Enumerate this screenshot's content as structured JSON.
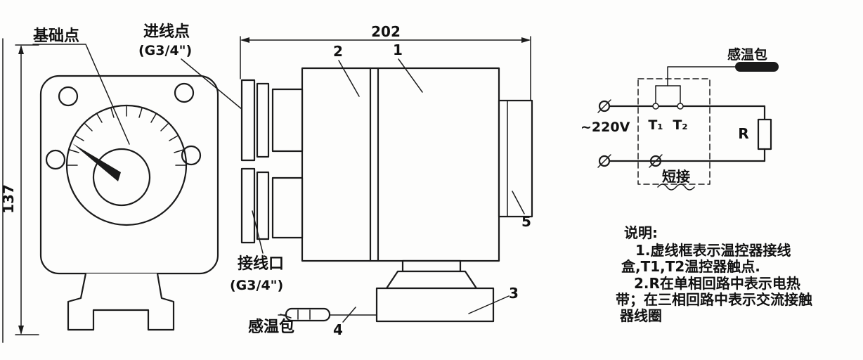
{
  "drawing": {
    "front_view": {
      "height_dim": "137",
      "base_point_label": "基础点",
      "inlet_point_label": "进线点",
      "inlet_thread_label": "(G3/4\")"
    },
    "side_view": {
      "width_dim": "202",
      "part1_label": "1",
      "part2_label": "2",
      "part3_label": "3",
      "part4_label": "4",
      "part5_label": "5",
      "wiring_port_label": "接线口",
      "wiring_thread_label": "(G3/4\")",
      "sensor_bulb_label": "感温包"
    },
    "schematic": {
      "voltage_label": "~220V",
      "contact1_label": "T₁",
      "contact2_label": "T₂",
      "resistor_label": "R",
      "short_circuit_label": "短接",
      "sensor_bulb_label": "感温包"
    },
    "notes": {
      "heading": "说明:",
      "lines": [
        "1.虚线框表示温控器接线",
        "盒,T1,T2温控器触点.",
        "2.R在单相回路中表示电热",
        "带；在三相回路中表示交流接触",
        "器线圈"
      ]
    }
  }
}
